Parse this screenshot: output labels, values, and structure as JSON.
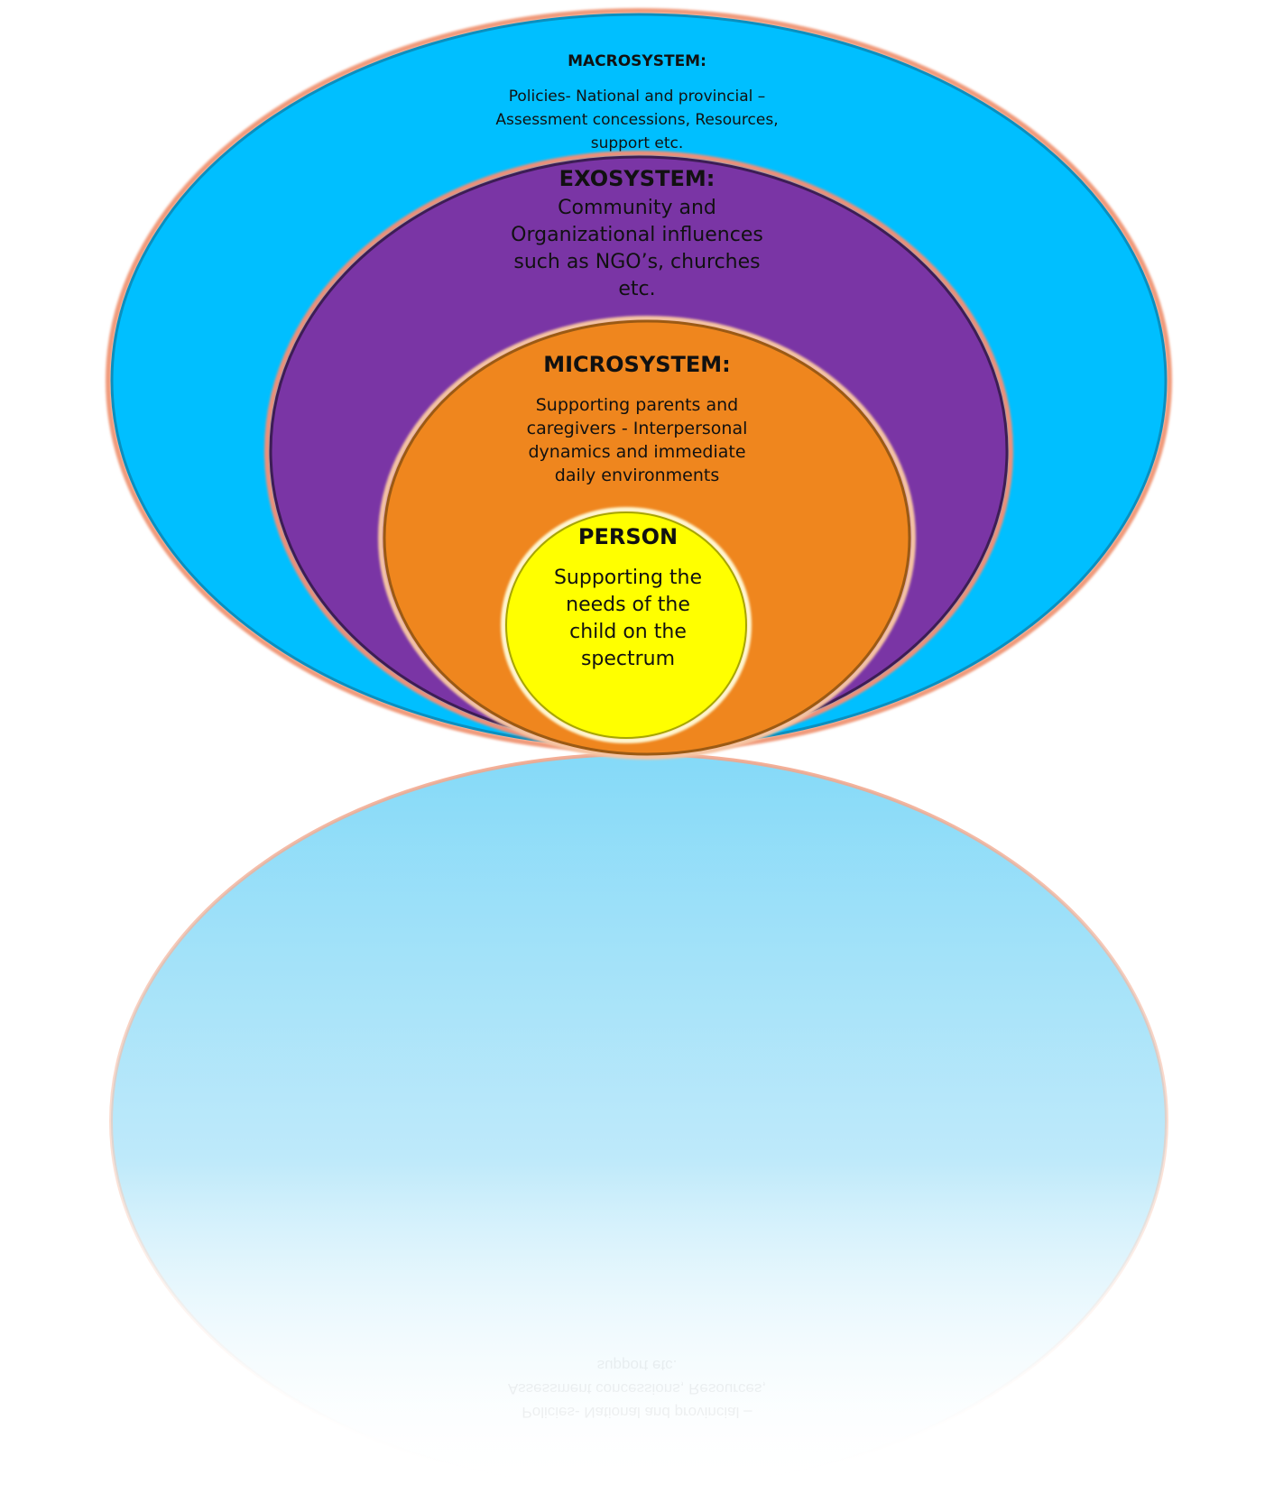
{
  "colors": {
    "macrosystem": "#00bfff",
    "exosystem": "#7a35a5",
    "microsystem": "#ef861e",
    "person": "#ffff00",
    "outline": "#f0a080"
  },
  "layers": {
    "macrosystem": {
      "heading": "MACROSYSTEM:",
      "lines": [
        "Policies- National and provincial –",
        "Assessment concessions,  Resources,",
        "support etc."
      ]
    },
    "exosystem": {
      "heading": "EXOSYSTEM:",
      "lines": [
        "Community and",
        "Organizational influences",
        "such as NGO’s, churches",
        "etc."
      ]
    },
    "microsystem": {
      "heading": "MICROSYSTEM:",
      "lines": [
        "Supporting parents and",
        "caregivers - Interpersonal",
        "dynamics and immediate",
        "daily environments"
      ]
    },
    "person": {
      "heading": "PERSON",
      "lines": [
        "Supporting the",
        "needs of the",
        "child on the",
        "spectrum"
      ]
    }
  }
}
